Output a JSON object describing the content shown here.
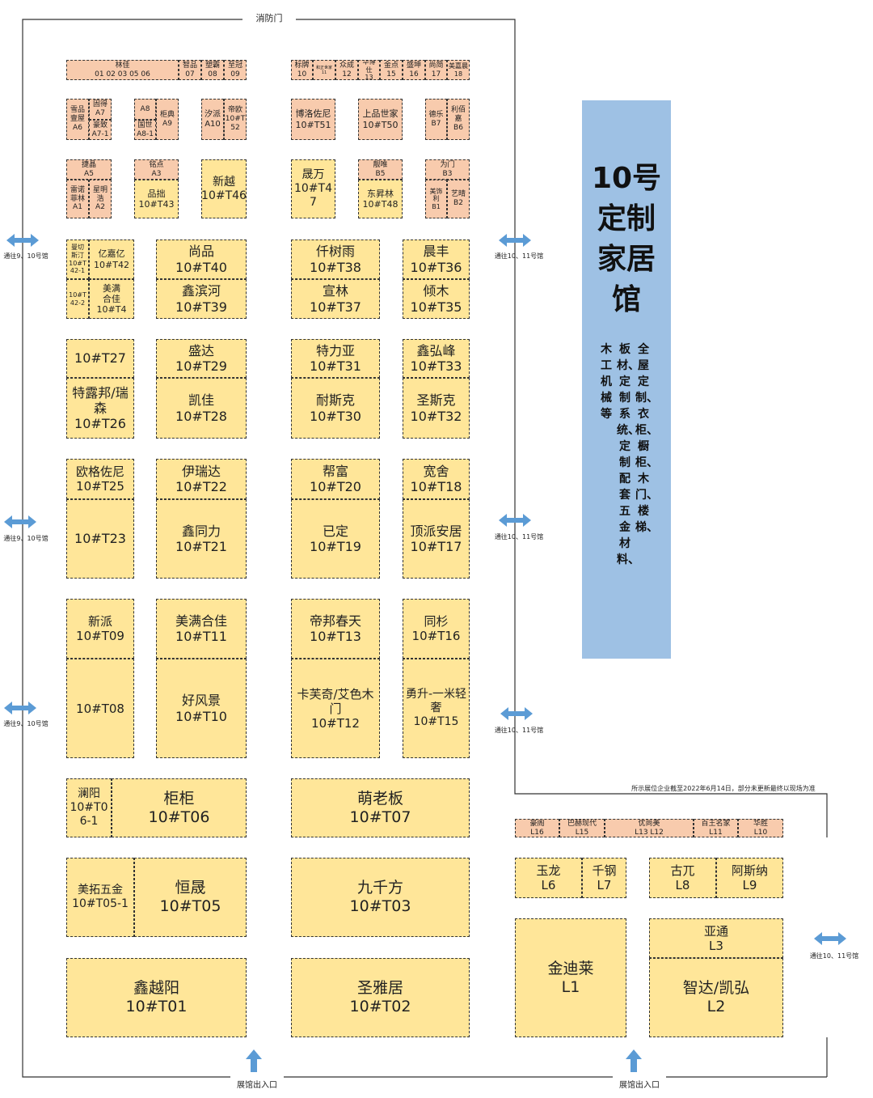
{
  "hall": {
    "title_lines": [
      "10号",
      "定制",
      "家居",
      "馆"
    ],
    "desc_col1": "全屋定制、衣柜、橱柜、木门、楼梯、",
    "desc_col2": "板材、定制系统、定制配套五金材料、",
    "desc_col3": "木工机械等"
  },
  "labels": {
    "fire_door": "消防门",
    "to_9_10": "通往9、10号馆",
    "to_10_11": "通往10、11号馆",
    "entrance": "展馆出入口",
    "note": "所示展位企业截至2022年6月14日，部分未更新最终以现场为准"
  },
  "colors": {
    "pink": "#f8cbad",
    "yellow": "#ffe699",
    "banner": "#9ec1e4",
    "arrow": "#5b9bd5"
  },
  "booths": [
    {
      "id": "r1a",
      "c": "pink",
      "lines": [
        "林佳",
        "01 02 03 05 06"
      ],
      "fs": 9
    },
    {
      "id": "r1b",
      "c": "pink",
      "lines": [
        "智品",
        "07"
      ],
      "fs": 9
    },
    {
      "id": "r1c",
      "c": "pink",
      "lines": [
        "塑霸",
        "08"
      ],
      "fs": 9
    },
    {
      "id": "r1d",
      "c": "pink",
      "lines": [
        "至冠",
        "09"
      ],
      "fs": 9
    },
    {
      "id": "r1e",
      "c": "pink",
      "lines": [
        "标牌",
        "10"
      ],
      "fs": 9
    },
    {
      "id": "r1f",
      "c": "pink",
      "lines": [
        "和正世家",
        "11"
      ],
      "fs": 5
    },
    {
      "id": "r1g",
      "c": "pink",
      "lines": [
        "众成",
        "12"
      ],
      "fs": 9
    },
    {
      "id": "r1h",
      "c": "pink",
      "lines": [
        "华博仕",
        "13"
      ],
      "fs": 8
    },
    {
      "id": "r1i",
      "c": "pink",
      "lines": [
        "金点",
        "15"
      ],
      "fs": 9
    },
    {
      "id": "r1j",
      "c": "pink",
      "lines": [
        "盛坤",
        "16"
      ],
      "fs": 9
    },
    {
      "id": "r1k",
      "c": "pink",
      "lines": [
        "尚简",
        "17"
      ],
      "fs": 9
    },
    {
      "id": "r1l",
      "c": "pink",
      "lines": [
        "美嘉晨",
        "18"
      ],
      "fs": 8
    },
    {
      "id": "s2a",
      "c": "pink",
      "lines": [
        "雪品",
        "壹屋",
        "A6"
      ],
      "fs": 9
    },
    {
      "id": "s2b",
      "c": "pink",
      "lines": [
        "固得",
        "A7"
      ],
      "fs": 9
    },
    {
      "id": "s2c",
      "c": "pink",
      "lines": [
        "豪致",
        "A7-1"
      ],
      "fs": 9
    },
    {
      "id": "s2d",
      "c": "pink",
      "lines": [
        "A8"
      ],
      "fs": 9
    },
    {
      "id": "s2e",
      "c": "pink",
      "lines": [
        "国世",
        "A8-1"
      ],
      "fs": 9
    },
    {
      "id": "s2f",
      "c": "pink",
      "lines": [
        "柜典",
        "A9"
      ],
      "fs": 9
    },
    {
      "id": "s2g",
      "c": "pink",
      "lines": [
        "汐派",
        "A10"
      ],
      "fs": 10
    },
    {
      "id": "s2h",
      "c": "pink",
      "lines": [
        "帝欧",
        "10#T",
        "52"
      ],
      "fs": 9
    },
    {
      "id": "s2i",
      "c": "pink",
      "lines": [
        "博洛佐尼",
        "10#T51"
      ],
      "fs": 11
    },
    {
      "id": "s2j",
      "c": "pink",
      "lines": [
        "上品世家",
        "10#T50"
      ],
      "fs": 11
    },
    {
      "id": "s2k",
      "c": "pink",
      "lines": [
        "德乐",
        "B7"
      ],
      "fs": 9
    },
    {
      "id": "s2l",
      "c": "pink",
      "lines": [
        "利佰",
        "嘉",
        "B6"
      ],
      "fs": 9
    },
    {
      "id": "s3a",
      "c": "pink",
      "lines": [
        "捷晶",
        "A5"
      ],
      "fs": 9
    },
    {
      "id": "s3b",
      "c": "pink",
      "lines": [
        "雷诺",
        "菲林",
        "A1"
      ],
      "fs": 9
    },
    {
      "id": "s3c",
      "c": "pink",
      "lines": [
        "星明",
        "浩",
        "A2"
      ],
      "fs": 9
    },
    {
      "id": "s3d",
      "c": "pink",
      "lines": [
        "铭点",
        "A3"
      ],
      "fs": 9
    },
    {
      "id": "s3e",
      "c": "yellow",
      "lines": [
        "品拙",
        "10#T43"
      ],
      "fs": 11
    },
    {
      "id": "s3f",
      "c": "yellow",
      "lines": [
        "新越",
        "10#T46"
      ],
      "fs": 14
    },
    {
      "id": "s3g",
      "c": "yellow",
      "lines": [
        "晟万",
        "10#T4",
        "7"
      ],
      "fs": 14
    },
    {
      "id": "s3h",
      "c": "pink",
      "lines": [
        "靓唯",
        "B5"
      ],
      "fs": 9
    },
    {
      "id": "s3i",
      "c": "yellow",
      "lines": [
        "东昇林",
        "10#T48"
      ],
      "fs": 11
    },
    {
      "id": "s3j",
      "c": "pink",
      "lines": [
        "为门",
        "B3"
      ],
      "fs": 9
    },
    {
      "id": "s3k",
      "c": "pink",
      "lines": [
        "美饰",
        "利",
        "B1"
      ],
      "fs": 8
    },
    {
      "id": "s3l",
      "c": "pink",
      "lines": [
        "艺晴",
        "B2"
      ],
      "fs": 9
    },
    {
      "id": "t40a",
      "c": "yellow",
      "lines": [
        "曼切",
        "斯汀",
        "10#T",
        "42-1"
      ],
      "fs": 8
    },
    {
      "id": "t40b",
      "c": "yellow",
      "lines": [
        "10#T",
        "42-2"
      ],
      "fs": 8
    },
    {
      "id": "t40c",
      "c": "yellow",
      "lines": [
        "亿嘉亿",
        "10#T42"
      ],
      "fs": 11
    },
    {
      "id": "t40d",
      "c": "yellow",
      "lines": [
        "美满",
        "合佳",
        "10#T4"
      ],
      "fs": 11
    },
    {
      "id": "t40e",
      "c": "yellow",
      "lines": [
        "尚品",
        "10#T40"
      ],
      "fs": 16
    },
    {
      "id": "t40f",
      "c": "yellow",
      "lines": [
        "鑫滨河",
        "10#T39"
      ],
      "fs": 16
    },
    {
      "id": "t40g",
      "c": "yellow",
      "lines": [
        "仟树雨",
        "10#T38"
      ],
      "fs": 16
    },
    {
      "id": "t40h",
      "c": "yellow",
      "lines": [
        "宣林",
        "10#T37"
      ],
      "fs": 16
    },
    {
      "id": "t40i",
      "c": "yellow",
      "lines": [
        "晨丰",
        "10#T36"
      ],
      "fs": 16
    },
    {
      "id": "t40j",
      "c": "yellow",
      "lines": [
        "倾木",
        "10#T35"
      ],
      "fs": 16
    },
    {
      "id": "t27",
      "c": "yellow",
      "lines": [
        "10#T27"
      ],
      "fs": 16
    },
    {
      "id": "t26",
      "c": "yellow",
      "lines": [
        "特露邦/瑞",
        "森",
        "10#T26"
      ],
      "fs": 16
    },
    {
      "id": "t29",
      "c": "yellow",
      "lines": [
        "盛达",
        "10#T29"
      ],
      "fs": 16
    },
    {
      "id": "t28",
      "c": "yellow",
      "lines": [
        "凯佳",
        "10#T28"
      ],
      "fs": 16
    },
    {
      "id": "t31",
      "c": "yellow",
      "lines": [
        "特力亚",
        "10#T31"
      ],
      "fs": 16
    },
    {
      "id": "t30",
      "c": "yellow",
      "lines": [
        "耐斯克",
        "10#T30"
      ],
      "fs": 16
    },
    {
      "id": "t33",
      "c": "yellow",
      "lines": [
        "鑫弘峰",
        "10#T33"
      ],
      "fs": 16
    },
    {
      "id": "t32",
      "c": "yellow",
      "lines": [
        "圣斯克",
        "10#T32"
      ],
      "fs": 16
    },
    {
      "id": "t25",
      "c": "yellow",
      "lines": [
        "欧格佐尼",
        "10#T25"
      ],
      "fs": 15
    },
    {
      "id": "t23",
      "c": "yellow",
      "lines": [
        "10#T23"
      ],
      "fs": 16
    },
    {
      "id": "t22",
      "c": "yellow",
      "lines": [
        "伊瑞达",
        "10#T22"
      ],
      "fs": 16
    },
    {
      "id": "t21",
      "c": "yellow",
      "lines": [
        "鑫同力",
        "10#T21"
      ],
      "fs": 16
    },
    {
      "id": "t20",
      "c": "yellow",
      "lines": [
        "帮富",
        "10#T20"
      ],
      "fs": 16
    },
    {
      "id": "t19",
      "c": "yellow",
      "lines": [
        "已定",
        "10#T19"
      ],
      "fs": 16
    },
    {
      "id": "t18",
      "c": "yellow",
      "lines": [
        "宽舍",
        "10#T18"
      ],
      "fs": 16
    },
    {
      "id": "t17",
      "c": "yellow",
      "lines": [
        "顶派安居",
        "10#T17"
      ],
      "fs": 16
    },
    {
      "id": "t09",
      "c": "yellow",
      "lines": [
        "新派",
        "10#T09"
      ],
      "fs": 15
    },
    {
      "id": "t08",
      "c": "yellow",
      "lines": [
        "10#T08"
      ],
      "fs": 15
    },
    {
      "id": "t11",
      "c": "yellow",
      "lines": [
        "美满合佳",
        "10#T11"
      ],
      "fs": 16
    },
    {
      "id": "t10",
      "c": "yellow",
      "lines": [
        "好风景",
        "10#T10"
      ],
      "fs": 16
    },
    {
      "id": "t13",
      "c": "yellow",
      "lines": [
        "帝邦春天",
        "10#T13"
      ],
      "fs": 16
    },
    {
      "id": "t12",
      "c": "yellow",
      "lines": [
        "卡芙奇/艾色木",
        "门",
        "10#T12"
      ],
      "fs": 15
    },
    {
      "id": "t16",
      "c": "yellow",
      "lines": [
        "同杉",
        "10#T16"
      ],
      "fs": 15
    },
    {
      "id": "t15",
      "c": "yellow",
      "lines": [
        "勇升-一米轻",
        "奢",
        "10#T15"
      ],
      "fs": 14
    },
    {
      "id": "t061",
      "c": "yellow",
      "lines": [
        "澜阳",
        "10#T0",
        "6-1"
      ],
      "fs": 14
    },
    {
      "id": "t06",
      "c": "yellow",
      "lines": [
        "柜柜",
        "10#T06"
      ],
      "fs": 19
    },
    {
      "id": "t07",
      "c": "yellow",
      "lines": [
        "萌老板",
        "10#T07"
      ],
      "fs": 19
    },
    {
      "id": "t051",
      "c": "yellow",
      "lines": [
        "美拓五金",
        "10#T05-1"
      ],
      "fs": 14
    },
    {
      "id": "t05",
      "c": "yellow",
      "lines": [
        "恒晟",
        "10#T05"
      ],
      "fs": 19
    },
    {
      "id": "t03",
      "c": "yellow",
      "lines": [
        "九千方",
        "10#T03"
      ],
      "fs": 19
    },
    {
      "id": "t01",
      "c": "yellow",
      "lines": [
        "鑫越阳",
        "10#T01"
      ],
      "fs": 19
    },
    {
      "id": "t02",
      "c": "yellow",
      "lines": [
        "圣雅居",
        "10#T02"
      ],
      "fs": 19
    },
    {
      "id": "l16",
      "c": "pink",
      "lines": [
        "豪阁",
        "L16"
      ],
      "fs": 9
    },
    {
      "id": "l15",
      "c": "pink",
      "lines": [
        "巴赫现代",
        "L15"
      ],
      "fs": 9
    },
    {
      "id": "l13",
      "c": "pink",
      "lines": [
        "优尚美",
        "L13  L12"
      ],
      "fs": 9
    },
    {
      "id": "l11",
      "c": "pink",
      "lines": [
        "百王名家",
        "L11"
      ],
      "fs": 9
    },
    {
      "id": "l10",
      "c": "pink",
      "lines": [
        "华胜",
        "L10"
      ],
      "fs": 9
    },
    {
      "id": "l6",
      "c": "yellow",
      "lines": [
        "玉龙",
        "L6"
      ],
      "fs": 15
    },
    {
      "id": "l7",
      "c": "yellow",
      "lines": [
        "千钢",
        "L7"
      ],
      "fs": 15
    },
    {
      "id": "l8",
      "c": "yellow",
      "lines": [
        "古兀",
        "L8"
      ],
      "fs": 15
    },
    {
      "id": "l9",
      "c": "yellow",
      "lines": [
        "阿斯纳",
        "L9"
      ],
      "fs": 15
    },
    {
      "id": "l1",
      "c": "yellow",
      "lines": [
        "金迪莱",
        "L1"
      ],
      "fs": 19
    },
    {
      "id": "l3",
      "c": "yellow",
      "lines": [
        "亚通",
        "L3"
      ],
      "fs": 15
    },
    {
      "id": "l2",
      "c": "yellow",
      "lines": [
        "智达/凯弘",
        "L2"
      ],
      "fs": 19
    }
  ]
}
